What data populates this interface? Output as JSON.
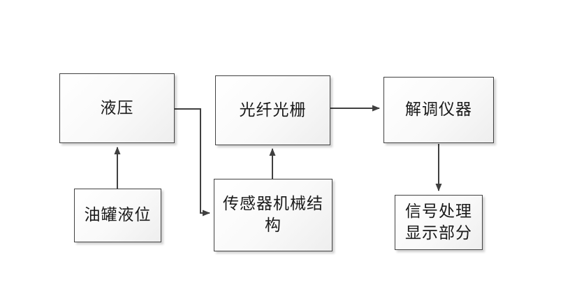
{
  "diagram": {
    "background_color": "#ffffff",
    "box_border_color": "#424242",
    "box_fill_top": "#ffffff",
    "box_fill_bottom": "#eeeeee",
    "arrow_color": "#404040",
    "text_color": "#1a1a1a",
    "nodes": [
      {
        "id": "hydraulic-pressure",
        "lines": [
          "液压"
        ]
      },
      {
        "id": "fiber-bragg-grating",
        "lines": [
          "光纤光栅"
        ]
      },
      {
        "id": "demodulation-instrument",
        "lines": [
          "解调仪器"
        ]
      },
      {
        "id": "oil-tank-liquid-level",
        "lines": [
          "油罐液位"
        ]
      },
      {
        "id": "sensor-mechanical-structure",
        "lines": [
          "传感器机械结",
          "构"
        ]
      },
      {
        "id": "signal-processing-display",
        "lines": [
          "信号处理",
          "显示部分"
        ]
      }
    ],
    "edges": [
      {
        "from": "oil-tank-liquid-level",
        "to": "hydraulic-pressure"
      },
      {
        "from": "hydraulic-pressure",
        "to": "sensor-mechanical-structure"
      },
      {
        "from": "sensor-mechanical-structure",
        "to": "fiber-bragg-grating"
      },
      {
        "from": "fiber-bragg-grating",
        "to": "demodulation-instrument"
      },
      {
        "from": "demodulation-instrument",
        "to": "signal-processing-display"
      }
    ]
  }
}
